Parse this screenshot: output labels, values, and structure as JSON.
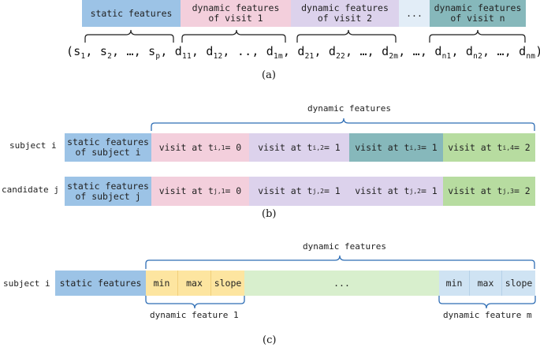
{
  "colors": {
    "static": "#9cc3e6",
    "visit1": "#f3cfdc",
    "visit2": "#dcd2ec",
    "teal": "#86b8bb",
    "green": "#b7dca0",
    "gray_ellipsis": "#e2edf7",
    "feat_yellow": "#fde5a0",
    "feat_blue": "#cfe3f3",
    "middle_green": "#d8efcd",
    "brace": "#2f6eb5"
  },
  "panel_a": {
    "boxes": [
      "static features",
      "dynamic features\nof visit 1",
      "dynamic features\nof visit 2",
      "...",
      "dynamic features\nof visit n"
    ],
    "caption": "(a)"
  },
  "panel_b": {
    "title": "dynamic features",
    "rows": [
      {
        "label": "subject i",
        "static": "static features\nof subject i",
        "visits": [
          {
            "pre": "visit at t",
            "sub": "i,1",
            "post": "= 0"
          },
          {
            "pre": "visit at t",
            "sub": "i,2",
            "post": "= 1"
          },
          {
            "pre": "visit at t",
            "sub": "i,3",
            "post": "= 1"
          },
          {
            "pre": "visit at t",
            "sub": "i,4",
            "post": "= 2"
          }
        ]
      },
      {
        "label": "candidate j",
        "static": "static features\nof subject j",
        "visits": [
          {
            "pre": "visit at t",
            "sub": "j,1",
            "post": "= 0"
          },
          {
            "pre": "visit at t",
            "sub": "j,2",
            "post": "= 1"
          },
          {
            "pre": "visit at t",
            "sub": "j,2",
            "post": "= 1"
          },
          {
            "pre": "visit at t",
            "sub": "j,3",
            "post": "= 2"
          }
        ]
      }
    ],
    "caption": "(b)"
  },
  "panel_c": {
    "title": "dynamic features",
    "row_label": "subject i",
    "static": "static features",
    "feat1": [
      "min",
      "max",
      "slope"
    ],
    "middle": "...",
    "featm": [
      "min",
      "max",
      "slope"
    ],
    "label1": "dynamic feature 1",
    "labelm": "dynamic feature m",
    "caption": "(c)"
  }
}
